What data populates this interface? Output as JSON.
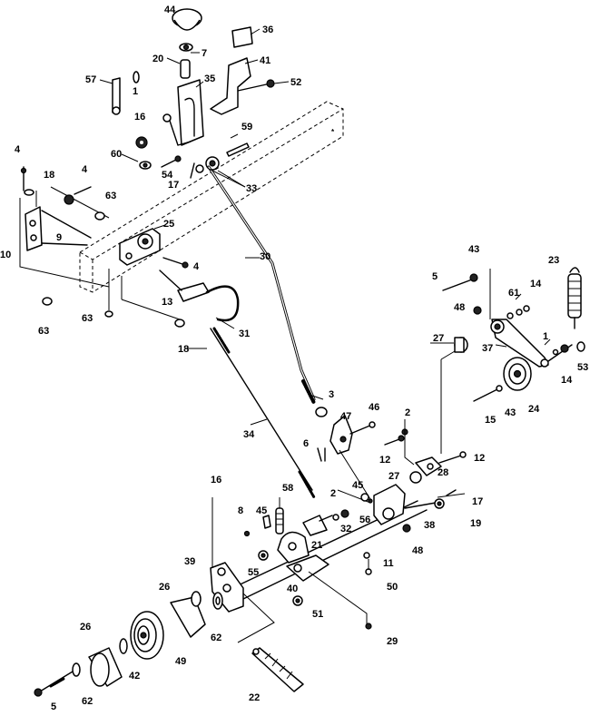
{
  "callouts": [
    {
      "id": "44",
      "text": "44"
    },
    {
      "id": "36",
      "text": "36"
    },
    {
      "id": "7",
      "text": "7"
    },
    {
      "id": "20",
      "text": "20"
    },
    {
      "id": "41",
      "text": "41"
    },
    {
      "id": "57",
      "text": "57"
    },
    {
      "id": "1a",
      "text": "1"
    },
    {
      "id": "35",
      "text": "35"
    },
    {
      "id": "52",
      "text": "52"
    },
    {
      "id": "16a",
      "text": "16"
    },
    {
      "id": "59",
      "text": "59"
    },
    {
      "id": "60",
      "text": "60"
    },
    {
      "id": "54",
      "text": "54"
    },
    {
      "id": "17a",
      "text": "17"
    },
    {
      "id": "33",
      "text": "33"
    },
    {
      "id": "4a",
      "text": "4"
    },
    {
      "id": "18a",
      "text": "18"
    },
    {
      "id": "4b",
      "text": "4"
    },
    {
      "id": "63a",
      "text": "63"
    },
    {
      "id": "25",
      "text": "25"
    },
    {
      "id": "10",
      "text": "10"
    },
    {
      "id": "9",
      "text": "9"
    },
    {
      "id": "4c",
      "text": "4"
    },
    {
      "id": "30",
      "text": "30"
    },
    {
      "id": "63b",
      "text": "63"
    },
    {
      "id": "63c",
      "text": "63"
    },
    {
      "id": "13",
      "text": "13"
    },
    {
      "id": "31",
      "text": "31"
    },
    {
      "id": "18b",
      "text": "18"
    },
    {
      "id": "43a",
      "text": "43"
    },
    {
      "id": "23",
      "text": "23"
    },
    {
      "id": "5a",
      "text": "5"
    },
    {
      "id": "61",
      "text": "61"
    },
    {
      "id": "14a",
      "text": "14"
    },
    {
      "id": "48a",
      "text": "48"
    },
    {
      "id": "27a",
      "text": "27"
    },
    {
      "id": "37",
      "text": "37"
    },
    {
      "id": "1b",
      "text": "1"
    },
    {
      "id": "14b",
      "text": "14"
    },
    {
      "id": "53",
      "text": "53"
    },
    {
      "id": "3",
      "text": "3"
    },
    {
      "id": "46",
      "text": "46"
    },
    {
      "id": "47",
      "text": "47"
    },
    {
      "id": "2a",
      "text": "2"
    },
    {
      "id": "34",
      "text": "34"
    },
    {
      "id": "6",
      "text": "6"
    },
    {
      "id": "12a",
      "text": "12"
    },
    {
      "id": "15",
      "text": "15"
    },
    {
      "id": "43b",
      "text": "43"
    },
    {
      "id": "24",
      "text": "24"
    },
    {
      "id": "12b",
      "text": "12"
    },
    {
      "id": "27b",
      "text": "27"
    },
    {
      "id": "28",
      "text": "28"
    },
    {
      "id": "16b",
      "text": "16"
    },
    {
      "id": "45a",
      "text": "45"
    },
    {
      "id": "17b",
      "text": "17"
    },
    {
      "id": "8",
      "text": "8"
    },
    {
      "id": "45b",
      "text": "45"
    },
    {
      "id": "58a",
      "text": "58"
    },
    {
      "id": "2b",
      "text": "2"
    },
    {
      "id": "56",
      "text": "56"
    },
    {
      "id": "38",
      "text": "38"
    },
    {
      "id": "19",
      "text": "19"
    },
    {
      "id": "32",
      "text": "32"
    },
    {
      "id": "48b",
      "text": "48"
    },
    {
      "id": "21",
      "text": "21"
    },
    {
      "id": "39",
      "text": "39"
    },
    {
      "id": "55",
      "text": "55"
    },
    {
      "id": "11",
      "text": "11"
    },
    {
      "id": "40",
      "text": "40"
    },
    {
      "id": "50",
      "text": "50"
    },
    {
      "id": "26a",
      "text": "26"
    },
    {
      "id": "62a",
      "text": "62"
    },
    {
      "id": "51",
      "text": "51"
    },
    {
      "id": "26b",
      "text": "26"
    },
    {
      "id": "42",
      "text": "42"
    },
    {
      "id": "49",
      "text": "49"
    },
    {
      "id": "29",
      "text": "29"
    },
    {
      "id": "5b",
      "text": "5"
    },
    {
      "id": "62b",
      "text": "62"
    },
    {
      "id": "22",
      "text": "22"
    }
  ]
}
